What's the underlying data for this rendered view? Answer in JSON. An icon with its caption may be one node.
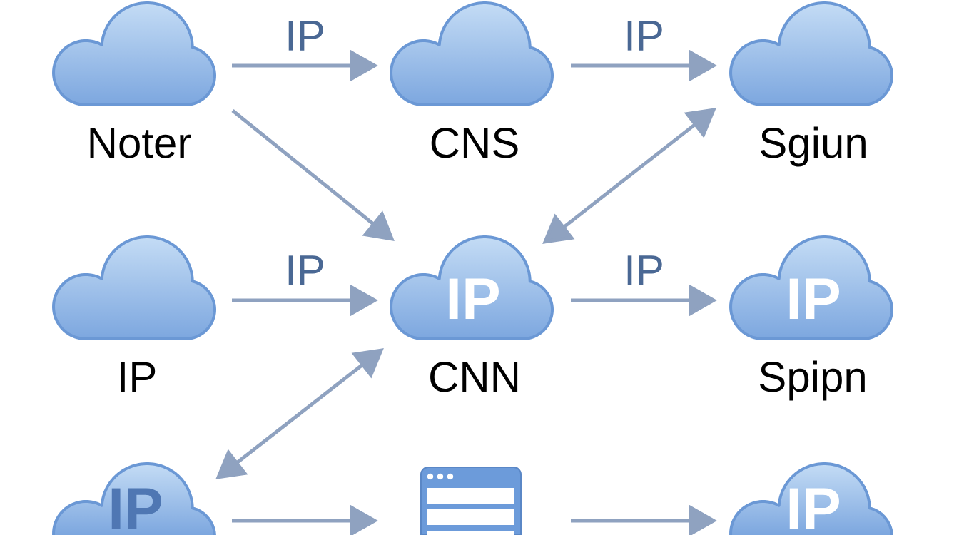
{
  "diagram": {
    "nodes": [
      {
        "text": [
          "Noter"
        ]
      },
      {
        "text": [
          "CNS"
        ]
      },
      {
        "text": [
          "Sgiun"
        ]
      },
      {
        "text": [
          "IP"
        ]
      },
      {
        "text": [
          "IP",
          "CNN"
        ]
      },
      {
        "text": [
          "IP",
          "Spipn"
        ]
      },
      {
        "text": [
          "IP"
        ]
      },
      {
        "text": [],
        "shape": "picture"
      },
      {
        "text": [
          "IP"
        ]
      }
    ],
    "edges": [
      {
        "from": 0,
        "to": 1,
        "arrow": "to",
        "label": "IP"
      },
      {
        "from": 1,
        "to": 2,
        "arrow": "to",
        "label": "IP"
      },
      {
        "from": 0,
        "to": 4,
        "arrow": "to"
      },
      {
        "from": 4,
        "to": 2,
        "arrow": "both"
      },
      {
        "from": 3,
        "to": 4,
        "arrow": "to",
        "label": "IP"
      },
      {
        "from": 4,
        "to": 5,
        "arrow": "to",
        "label": "IP"
      },
      {
        "from": 6,
        "to": 4,
        "arrow": "both"
      },
      {
        "from": 6,
        "to": 7,
        "arrow": "to"
      },
      {
        "from": 7,
        "to": 8,
        "arrow": "to"
      }
    ]
  }
}
